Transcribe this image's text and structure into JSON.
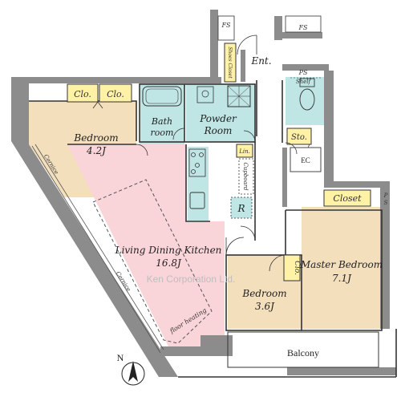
{
  "rooms": {
    "bedroom_west": {
      "name": "Bedroom",
      "size": "4.2J"
    },
    "living_dining_kitchen": {
      "name": "Living Dining Kitchen",
      "size": "16.8J"
    },
    "powder_room": {
      "name_line1": "Powder",
      "name_line2": "Room"
    },
    "bathroom": {
      "name_line1": "Bath",
      "name_line2": "room"
    },
    "bedroom_south": {
      "name": "Bedroom",
      "size": "3.6J"
    },
    "master_bedroom": {
      "name": "Master Bedroom",
      "size": "7.1J"
    },
    "entrance": {
      "name": "Ent."
    },
    "balcony": {
      "name": "Balcony"
    }
  },
  "storage": {
    "closet_1": "Clo.",
    "closet_2": "Clo.",
    "closet_master": "Closet",
    "closet_small": "Clo.",
    "storage": "Sto.",
    "linen": "Lin.",
    "cupboard": "Cupboard",
    "shoes_closet": "Shoes Closet",
    "shelf": "Shelf"
  },
  "fixtures": {
    "fs_left": "FS",
    "fs_right": "FS",
    "ps_top": "PS",
    "ps_right_p": "P",
    "ps_right_s": "S",
    "ec": "EC",
    "refrigerator": "R",
    "floor_heating": "floor heating",
    "cornice_upper": "Cornice",
    "cornice_lower": "Cornice"
  },
  "compass": {
    "north": "N"
  },
  "watermark": "Ken Corporation Ltd.",
  "colors": {
    "wall": "#8c8c8c",
    "room_beige": "#f4dfbd",
    "living_pink": "#f9d4d8",
    "wet_teal": "#bfe6e5",
    "closet_yellow": "#fff2a6",
    "outline": "#333333"
  }
}
